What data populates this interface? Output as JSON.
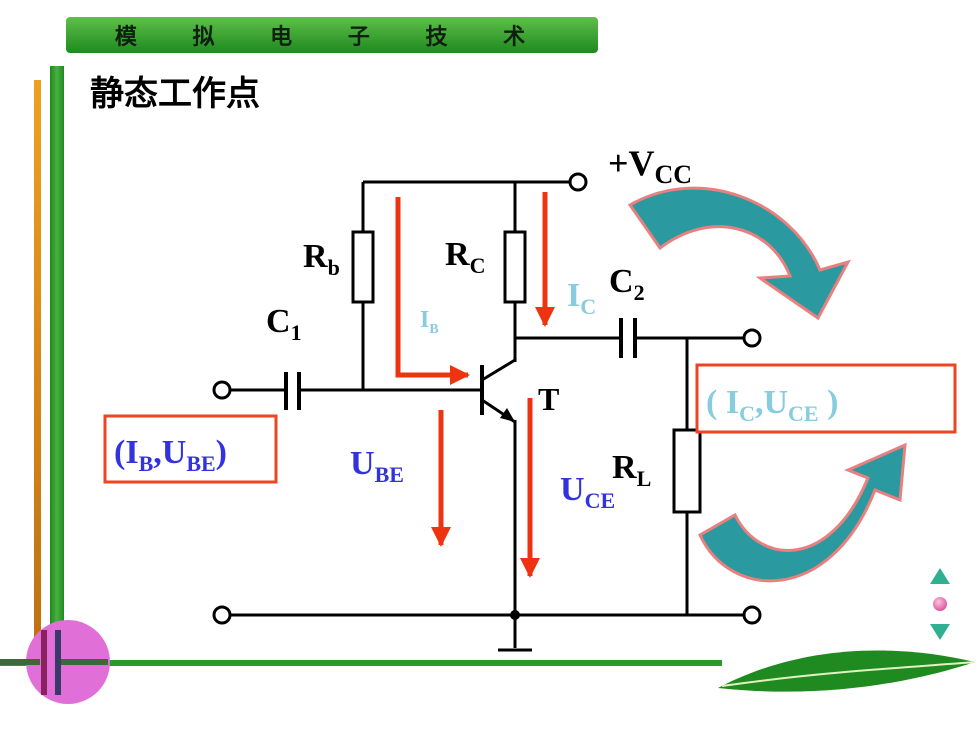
{
  "header": {
    "course_title": "模 拟 电 子 技 术"
  },
  "slide": {
    "title": "静态工作点"
  },
  "circuit": {
    "vcc_label": "+V",
    "vcc_sub": "CC",
    "rb": {
      "main": "R",
      "sub": "b"
    },
    "rc": {
      "main": "R",
      "sub": "C"
    },
    "c1": {
      "main": "C",
      "sub": "1"
    },
    "c2": {
      "main": "C",
      "sub": "2"
    },
    "rl": {
      "main": "R",
      "sub": "L"
    },
    "transistor": "T",
    "ib": {
      "main": "I",
      "sub": "B"
    },
    "ic": {
      "main": "I",
      "sub": "C"
    },
    "ube": {
      "main": "U",
      "sub": "BE"
    },
    "uce": {
      "main": "U",
      "sub": "CE"
    }
  },
  "boxes": {
    "input_box": {
      "open": "(I",
      "sub1": "B",
      "mid": ",U",
      "sub2": "BE",
      "close": ")"
    },
    "output_box": {
      "open": "( I",
      "sub1": "C",
      "mid": ",U",
      "sub2": "CE",
      "close": " )"
    }
  },
  "colors": {
    "wire": "#000000",
    "current_arrow": "#ee3311",
    "label_blue": "#3333dd",
    "label_light": "#88cce0",
    "box_border": "#ee4422",
    "curved_arrow": "#2a9aa0",
    "header_green": "#2a9a2a"
  },
  "icons": [
    "up-triangle-icon",
    "dot-icon",
    "down-triangle-icon",
    "capacitor-logo-icon",
    "leaf-decoration"
  ]
}
